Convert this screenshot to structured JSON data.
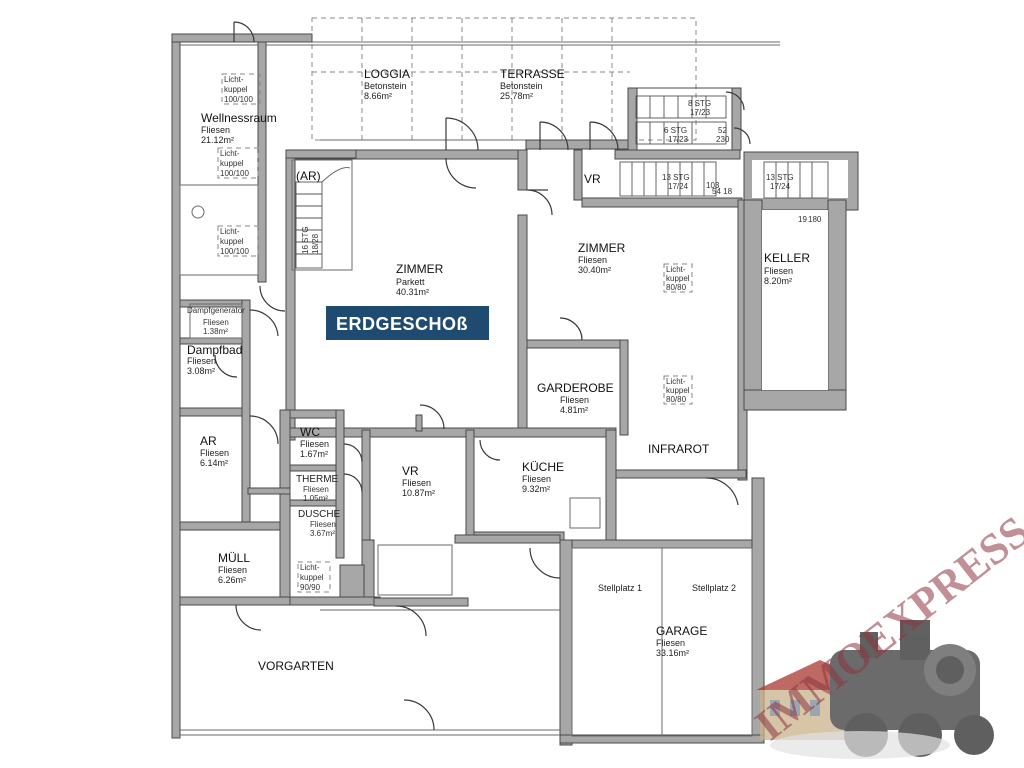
{
  "title": "ERDGESCHOß",
  "rooms": [
    {
      "id": "loggia",
      "name": "LOGGIA",
      "material": "Betonstein",
      "area": "8.66m²"
    },
    {
      "id": "terrasse",
      "name": "TERRASSE",
      "material": "Betonstein",
      "area": "25.78m²"
    },
    {
      "id": "wellness",
      "name": "Wellnessraum",
      "material": "Fliesen",
      "area": "21.12m²"
    },
    {
      "id": "zimmer1",
      "name": "ZIMMER",
      "material": "Parkett",
      "area": "40.31m²"
    },
    {
      "id": "zimmer2",
      "name": "ZIMMER",
      "material": "Fliesen",
      "area": "30.40m²"
    },
    {
      "id": "keller",
      "name": "KELLER",
      "material": "Fliesen",
      "area": "8.20m²"
    },
    {
      "id": "dampfgen",
      "name": "Dampfgenerator",
      "material": "Fliesen",
      "area": "1.38m²"
    },
    {
      "id": "dampfbad",
      "name": "Dampfbad",
      "material": "Fliesen",
      "area": "3.08m²"
    },
    {
      "id": "garderobe",
      "name": "GARDEROBE",
      "material": "Fliesen",
      "area": "4.81m²"
    },
    {
      "id": "ar",
      "name": "AR",
      "material": "Fliesen",
      "area": "6.14m²"
    },
    {
      "id": "wc",
      "name": "WC",
      "material": "Fliesen",
      "area": "1.67m²"
    },
    {
      "id": "therme",
      "name": "THERME",
      "material": "Fliesen",
      "area": "1.05m²"
    },
    {
      "id": "vr_center",
      "name": "VR",
      "material": "Fliesen",
      "area": "10.87m²"
    },
    {
      "id": "kueche",
      "name": "KÜCHE",
      "material": "Fliesen",
      "area": "9.32m²"
    },
    {
      "id": "dusche",
      "name": "DUSCHE",
      "material": "Fliesen",
      "area": "3.67m²"
    },
    {
      "id": "muell",
      "name": "MÜLL",
      "material": "Fliesen",
      "area": "6.26m²"
    },
    {
      "id": "garage",
      "name": "GARAGE",
      "material": "Fliesen",
      "area": "33.16m²"
    }
  ],
  "labels": {
    "ar_small": "(AR)",
    "vr_top": "VR",
    "infrarot": "INFRAROT",
    "vorgarten": "VORGARTEN",
    "stellplatz1": "Stellplatz 1",
    "stellplatz2": "Stellplatz 2"
  },
  "skylights": [
    {
      "l1": "Licht-",
      "l2": "kuppel",
      "l3": "100/100"
    },
    {
      "l1": "Licht-",
      "l2": "kuppel",
      "l3": "100/100"
    },
    {
      "l1": "Licht-",
      "l2": "kuppel",
      "l3": "100/100"
    },
    {
      "l1": "Licht-",
      "l2": "kuppel",
      "l3": "80/80"
    },
    {
      "l1": "Licht-",
      "l2": "kuppel",
      "l3": "80/80"
    },
    {
      "l1": "Licht-",
      "l2": "kuppel",
      "l3": "90/90"
    }
  ],
  "stairs": {
    "s1": "8 STG",
    "s1b": "17/23",
    "s2": "6 STG",
    "s2b": "17/23",
    "s2c": "52",
    "s2d": "230",
    "s3": "13 STG",
    "s3b": "17/24",
    "s3c": "103",
    "s3d": "54 18",
    "s4": "13 STG",
    "s4b": "17/24",
    "s5": "16 STG",
    "s5b": "18/28",
    "s6": "19",
    "s6b": "180"
  },
  "watermark": "IMMOEXPRESS",
  "colors": {
    "walls": "#a7a7a7",
    "title_bg": "#1f4b70",
    "watermark": "#8c3440"
  }
}
